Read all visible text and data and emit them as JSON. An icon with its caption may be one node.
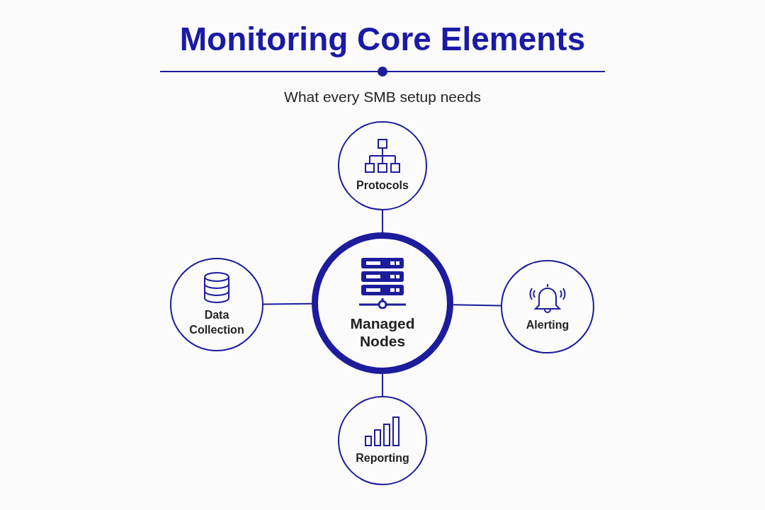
{
  "diagram": {
    "title": "Monitoring Core Elements",
    "nodes": [
      {
        "text": [
          "Protocols"
        ]
      },
      {
        "text": [
          "Data Collection"
        ]
      },
      {
        "text": [
          "Managed Nodes"
        ]
      },
      {
        "text": [
          "Alerting"
        ]
      },
      {
        "text": [
          "Reporting"
        ]
      }
    ],
    "edges": [
      {
        "from": 2,
        "to": 0,
        "arrow": "none"
      },
      {
        "from": 2,
        "to": 1,
        "arrow": "none"
      },
      {
        "from": 2,
        "to": 3,
        "arrow": "none"
      },
      {
        "from": 2,
        "to": 4,
        "arrow": "none"
      }
    ],
    "labels": [
      "What every SMB setup needs"
    ]
  }
}
